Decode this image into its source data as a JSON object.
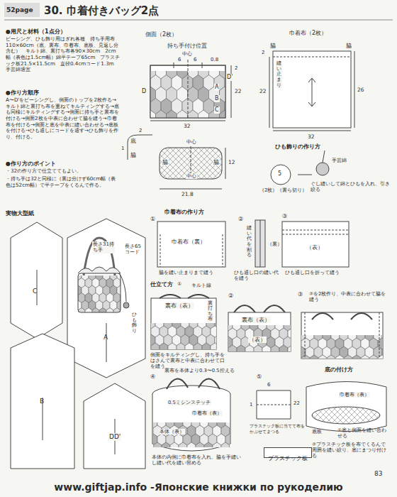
{
  "diagram": {
    "title": "30. 巾着付きバッグ2点",
    "nodes": [
      {
        "text": [
          "プラスチック板"
        ]
      }
    ],
    "labels": [
      "52page",
      "●用尺と材料（1点分）",
      "ピーシング、ひも飾り用はぎれ各種　持ち手用布110×60cm（底、裏布、巾着布、底板、見返し分含む）　キルト綿、裏打ち布各90×30cm　2cm幅（表色は1.5cm幅）綿平テープ65cm　プラスチック板21.5×11.5cm　直径0.4cmコード1.3m　手芸綿適宜",
      "●作り方順序",
      "A〜D'をピーシングし、側面のトップを2枚作る→キルト綿と裏打ち布を重ねてキルティングする→底も同様にキルティングする→側面に持ち手と裏布を付ける→側面2枚を中表に合わせて脇を縫う→巾着布を付ける→側面と底を中表に縫い合わせる→底板を付ける→ひも通しにコードを通す→ひも飾りを作り、付ける。",
      "●作り方のポイント",
      "・32の作り方で仕立ててもよい。",
      "・持ち手は32と同様に（裏は分けず60cm幅（表色は52cm幅）で平テープをくるんで作る。",
      "側面（2枚）",
      "持ち手付け位置",
      "中心",
      "6",
      "6",
      "0.8",
      "D",
      "D'",
      "A",
      "B",
      "C",
      "2",
      "22",
      "32",
      "2",
      "底",
      "1",
      "脇",
      "中心",
      "脇",
      "脇",
      "12",
      "中心",
      "21.8",
      "巾着布（2枚）",
      "脇",
      "脇",
      "縫い止まり",
      "2",
      "22",
      "26",
      "32",
      "ひも飾りの作り方",
      "5",
      "（2枚）（裏ら切り）",
      "手芸綿",
      "ぐし縫いして綿とひもを入れ、引き絞る",
      "巾着布の作り方",
      "①",
      "巾着布（裏）",
      "脇を縫い止まりまで縫う",
      "②",
      "縫い代を割る",
      "（裏）",
      "ひも通し口の縫い代を縫う",
      "③",
      "（表）",
      "ひも通し口を折って縫う",
      "仕立て方",
      "①",
      "キルト線",
      "裏布（表）",
      "裏打ち布",
      "側面をキルティングし、持ち手をはさんで裏布と中表に合わせて口を縫う",
      "②",
      "裏布（表）",
      "（表）",
      "③",
      "②を2枚作り、中表に合わせて脇を縫う",
      "④",
      "裏布を本体より0.3〜0.5控える",
      "0.5ミシンステッチ",
      "巾着布（表）",
      "本体（表）",
      "本体の内側に巾着布を入れ、脇を手縫いし縫い代を縫い留める",
      "⑤",
      "6",
      "1",
      "22",
      "底の付け方",
      "巾着布（表）",
      "①底と側面を縫い合わせる",
      "底板",
      "②プラスチック板を布でくるんで周囲を縫い絞り、底にまつり付ける",
      "プラスチック板に当てて布をかぶせてまつる",
      "実物大型紙",
      "長さ31持ち手",
      "長さ65コード",
      "ひも飾り",
      "C",
      "A",
      "B",
      "DD'",
      "83",
      "www.giftjap.info -Японские книжки по рукоделию"
    ]
  }
}
